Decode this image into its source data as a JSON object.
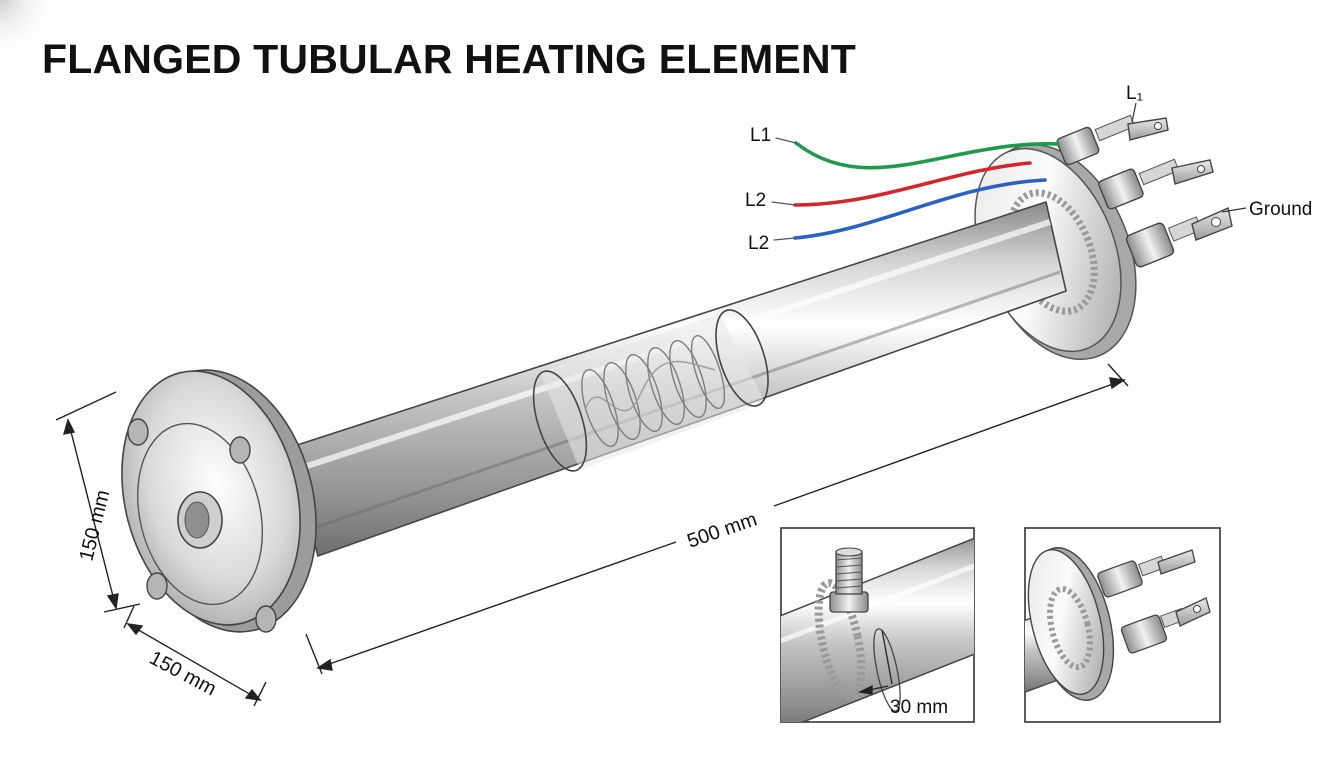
{
  "title": "FLANGED TUBULAR HEATING ELEMENT",
  "wire_labels": {
    "green": "L1",
    "red": "L2",
    "blue": "L2"
  },
  "terminal_labels": {
    "top": "L₁",
    "ground": "Ground"
  },
  "dimensions": {
    "flange_height": "150 mm",
    "flange_width": "150 mm",
    "length": "500 mm",
    "detail_spacing": "30 mm"
  },
  "colors": {
    "wire_green": "#1e9a4a",
    "wire_red": "#d4252b",
    "wire_blue": "#2a62c4",
    "steel_light": "#f4f4f4",
    "steel_mid": "#b9b9b9",
    "steel_dark": "#7a7a7a"
  }
}
